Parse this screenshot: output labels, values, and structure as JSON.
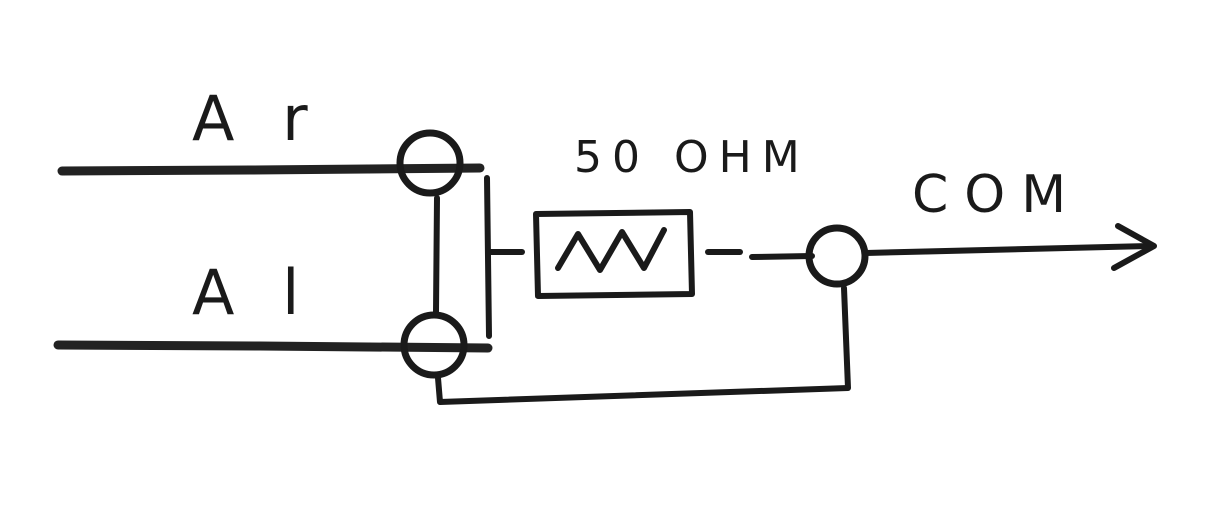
{
  "labels": {
    "input_top": "A r",
    "input_bottom": "A l",
    "resistor": "50 OHM",
    "output": "COM"
  },
  "colors": {
    "ink": "#1a1a1a",
    "background": "#ffffff"
  }
}
